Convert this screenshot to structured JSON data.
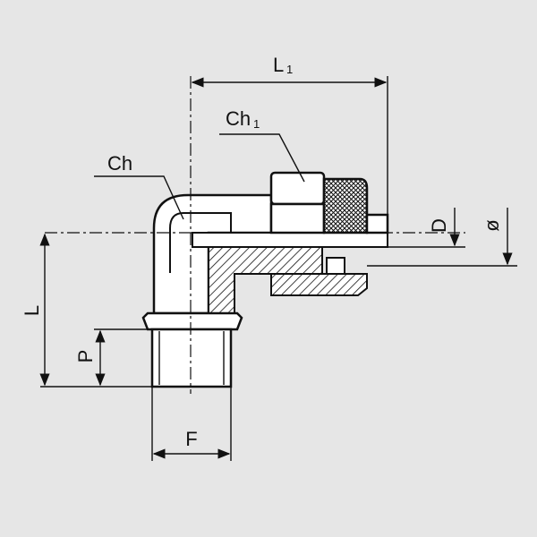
{
  "drawing": {
    "title": "Elbow push-in fitting with knurled nut, male thread",
    "labels": {
      "L1": "L",
      "L1_sub": "1",
      "Ch1": "Ch",
      "Ch1_sub": "1",
      "Ch": "Ch",
      "D": "D",
      "diameter": "ø",
      "L": "L",
      "P": "P",
      "F": "F"
    },
    "colors": {
      "background": "#e6e6e6",
      "line": "#111111",
      "body": "#ffffff"
    }
  }
}
